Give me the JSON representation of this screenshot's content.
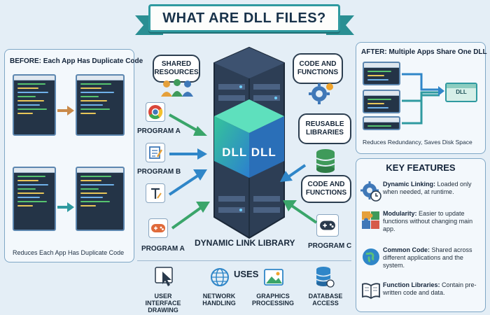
{
  "title": "WHAT ARE DLL FILES?",
  "before_panel": {
    "title": "BEFORE: Each App Has Duplicate Code",
    "caption": "Reduces Each App Has Duplicate Code"
  },
  "after_panel": {
    "title": "AFTER: Multiple Apps Share One DLL",
    "dll_tag": "DLL",
    "caption": "Reduces Redundancy, Saves Disk Space"
  },
  "center": {
    "cube_text": "DLL DLL",
    "library_label": "DYNAMIC LINK LIBRARY"
  },
  "bubbles": {
    "shared_resources": "SHARED RESOURCES",
    "code_functions_top": "CODE AND FUNCTIONS",
    "reusable_libraries": "REUSABLE LIBRARIES",
    "code_functions_bottom": "CODE AND FUNCTIONS"
  },
  "programs": {
    "program_a_top": "PROGRAM A",
    "program_b": "PROGRAM B",
    "program_a_bottom": "PROGRAM A",
    "program_c": "PROGRAM C"
  },
  "uses": {
    "heading": "USES",
    "items": [
      {
        "label": "USER INTERFACE DRAWING",
        "icon": "cursor-icon"
      },
      {
        "label": "NETWORK HANDLING",
        "icon": "globe-icon"
      },
      {
        "label": "GRAPHICS PROCESSING",
        "icon": "image-icon"
      },
      {
        "label": "DATABASE ACCESS",
        "icon": "database-icon"
      }
    ]
  },
  "key_features": {
    "heading": "KEY FEATURES",
    "items": [
      {
        "term": "Dynamic Linking:",
        "text": " Loaded only when needed, at runtime.",
        "icon": "gear-clock-icon"
      },
      {
        "term": "Modularity:",
        "text": " Easier to update functions without changing main app.",
        "icon": "puzzle-icon"
      },
      {
        "term": "Common Code:",
        "text": " Shared across different applications and the system.",
        "icon": "globe-icon"
      },
      {
        "term": "Function Libraries:",
        "text": " Contain pre-written code and data.",
        "icon": "book-icon"
      }
    ]
  },
  "colors": {
    "accent_teal": "#2f9aa0",
    "server_dark": "#2d3e55",
    "cube_green": "#2bb08a",
    "cube_blue": "#2c7fcf",
    "arrow_green": "#3aa56a",
    "arrow_blue": "#2f86c8"
  }
}
